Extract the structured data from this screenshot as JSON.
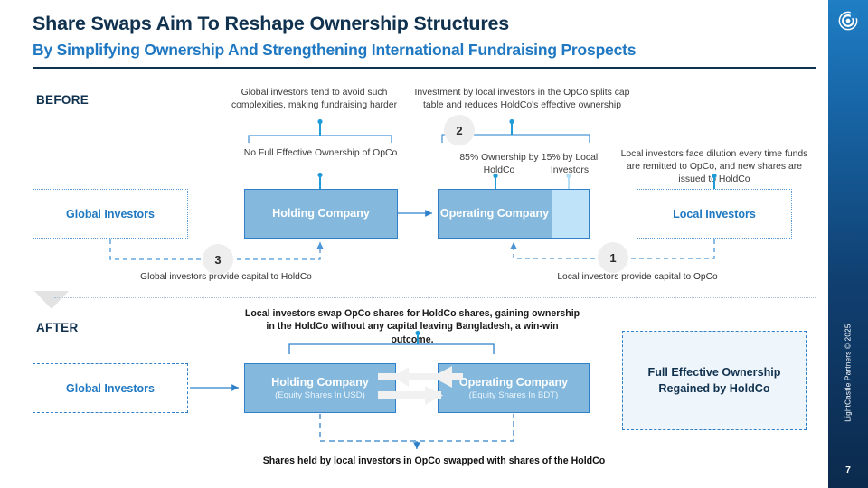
{
  "header": {
    "title": "Share Swaps Aim To Reshape Ownership Structures",
    "subtitle": "By Simplifying Ownership And Strengthening International Fundraising Prospects"
  },
  "before": {
    "label": "BEFORE",
    "callout_left": "Global investors tend to avoid such complexities, making fundraising harder",
    "callout_center": "Investment by local investors in the OpCo splits cap table and reduces HoldCo's effective ownership",
    "callout_right": "Local investors face dilution every time funds are remitted to OpCo, and new shares are issued to HoldCo",
    "bracket_left_label": "No Full Effective Ownership of OpCo",
    "ownership_major": "85% Ownership by HoldCo",
    "ownership_minor": "15% by Local Investors",
    "global_investors": "Global Investors",
    "local_investors": "Local Investors",
    "holding_company": "Holding Company",
    "operating_company": "Operating Company",
    "badge_1": "1",
    "badge_2": "2",
    "badge_3": "3",
    "note_left": "Global investors provide capital to HoldCo",
    "note_right": "Local investors provide capital to OpCo"
  },
  "after": {
    "label": "AFTER",
    "callout_top": "Local investors swap OpCo shares for HoldCo shares, gaining ownership in the HoldCo without any capital leaving Bangladesh, a win-win outcome.",
    "global_investors": "Global Investors",
    "holding_company": "Holding Company",
    "holding_company_sub": "(Equity Shares In USD)",
    "operating_company": "Operating Company",
    "operating_company_sub": "(Equity Shares In BDT)",
    "result_box": "Full Effective Ownership Regained by HoldCo",
    "note_bottom": "Shares held by local investors in OpCo swapped with shares of the HoldCo"
  },
  "rail": {
    "copyright": "LightCastle Partners © 2025",
    "page_number": "7",
    "logo": "target-circle-logo"
  },
  "colors": {
    "navy": "#11324f",
    "accent_blue": "#1f78c1",
    "box_fill": "#84b9dd",
    "box_split_fill": "#bfe3f8",
    "result_fill": "#eef5fb",
    "line": "#2f80c9"
  }
}
